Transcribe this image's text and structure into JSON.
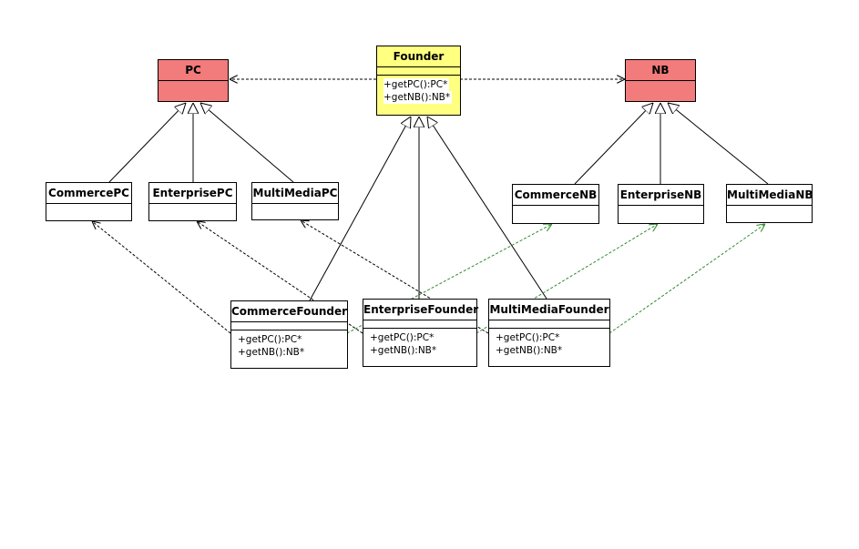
{
  "colors": {
    "line": "#000000",
    "pc_dependency": "#000000",
    "nb_dependency": "#2e8b2e",
    "abstract_product_fill": "#f27b7b",
    "abstract_factory_fill": "#ffff80"
  },
  "classes": {
    "pc": {
      "name": "PC"
    },
    "nb": {
      "name": "NB"
    },
    "founder": {
      "name": "Founder",
      "ops": [
        "+getPC():PC*",
        "+getNB():NB*"
      ]
    },
    "commerce_pc": {
      "name": "CommercePC"
    },
    "enterprise_pc": {
      "name": "EnterprisePC"
    },
    "multimedia_pc": {
      "name": "MultiMediaPC"
    },
    "commerce_nb": {
      "name": "CommerceNB"
    },
    "enterprise_nb": {
      "name": "EnterpriseNB"
    },
    "multimedia_nb": {
      "name": "MultiMediaNB"
    },
    "commerce_founder": {
      "name": "CommerceFounder",
      "ops": [
        "+getPC():PC*",
        "+getNB():NB*"
      ]
    },
    "enterprise_founder": {
      "name": "EnterpriseFounder",
      "ops": [
        "+getPC():PC*",
        "+getNB():NB*"
      ]
    },
    "multimedia_founder": {
      "name": "MultiMediaFounder",
      "ops": [
        "+getPC():PC*",
        "+getNB():NB*"
      ]
    }
  },
  "relations": [
    {
      "type": "dependency",
      "from": "founder",
      "to": "pc"
    },
    {
      "type": "dependency",
      "from": "founder",
      "to": "nb"
    },
    {
      "type": "generalization",
      "from": "commerce_pc",
      "to": "pc"
    },
    {
      "type": "generalization",
      "from": "enterprise_pc",
      "to": "pc"
    },
    {
      "type": "generalization",
      "from": "multimedia_pc",
      "to": "pc"
    },
    {
      "type": "generalization",
      "from": "commerce_nb",
      "to": "nb"
    },
    {
      "type": "generalization",
      "from": "enterprise_nb",
      "to": "nb"
    },
    {
      "type": "generalization",
      "from": "multimedia_nb",
      "to": "nb"
    },
    {
      "type": "generalization",
      "from": "commerce_founder",
      "to": "founder"
    },
    {
      "type": "generalization",
      "from": "enterprise_founder",
      "to": "founder"
    },
    {
      "type": "generalization",
      "from": "multimedia_founder",
      "to": "founder"
    },
    {
      "type": "dependency",
      "from": "commerce_founder",
      "to": "commerce_pc"
    },
    {
      "type": "dependency",
      "from": "commerce_founder",
      "to": "commerce_nb"
    },
    {
      "type": "dependency",
      "from": "enterprise_founder",
      "to": "enterprise_pc"
    },
    {
      "type": "dependency",
      "from": "enterprise_founder",
      "to": "enterprise_nb"
    },
    {
      "type": "dependency",
      "from": "multimedia_founder",
      "to": "multimedia_pc"
    },
    {
      "type": "dependency",
      "from": "multimedia_founder",
      "to": "multimedia_nb"
    }
  ]
}
